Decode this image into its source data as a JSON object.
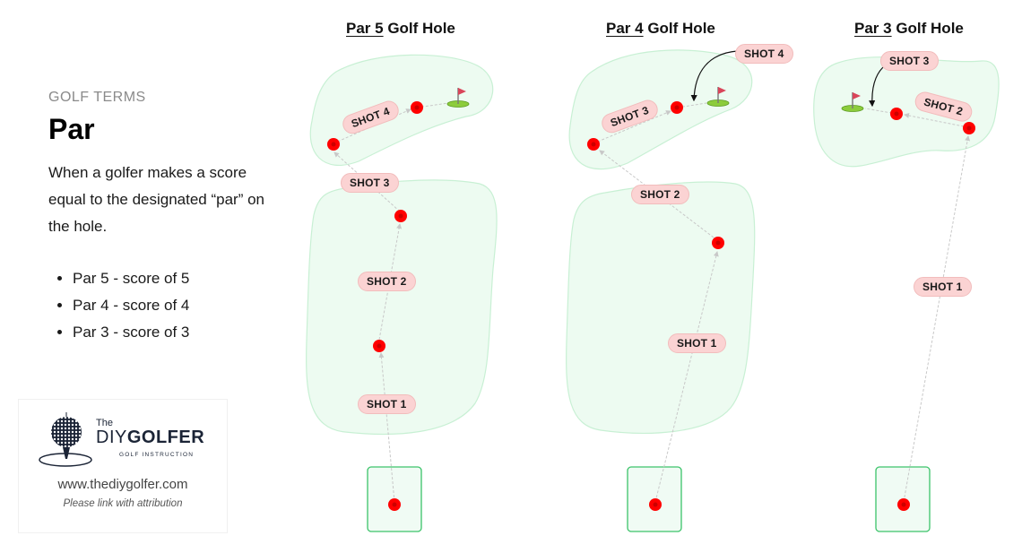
{
  "sidebar": {
    "eyebrow": "GOLF TERMS",
    "title": "Par",
    "description": "When a golfer makes a score equal to the designated “par” on the hole.",
    "bullets": [
      "Par 5 - score of 5",
      "Par 4 - score of 4",
      "Par 3 - score of 3"
    ]
  },
  "branding": {
    "logo_the": "The",
    "logo_diy": "DIY",
    "logo_golfer": "GOLFER",
    "logo_sub": "GOLF INSTRUCTION",
    "url": "www.thediygolfer.com",
    "attribution": "Please link with attribution"
  },
  "holes": [
    {
      "title_par": "Par 5",
      "title_rest": " Golf Hole",
      "shots": [
        "SHOT 1",
        "SHOT 2",
        "SHOT 3",
        "SHOT 4"
      ]
    },
    {
      "title_par": "Par 4",
      "title_rest": " Golf Hole",
      "shots": [
        "SHOT 1",
        "SHOT 2",
        "SHOT 3",
        "SHOT 4"
      ]
    },
    {
      "title_par": "Par 3",
      "title_rest": " Golf Hole",
      "shots": [
        "SHOT 1",
        "SHOT 2",
        "SHOT 3"
      ]
    }
  ],
  "colors": {
    "fairway_fill": "#edfbf1",
    "fairway_stroke": "#c8f0d4",
    "tee_stroke": "#3cc46a",
    "ball": "#ff0000",
    "pill_bg": "#fbd3d3",
    "green": "#8ccc3c",
    "flag": "#d9455a"
  },
  "icons": [
    "golf-ball-logo-icon",
    "flag-green-icon",
    "ball-position-icon",
    "tee-box-icon"
  ]
}
